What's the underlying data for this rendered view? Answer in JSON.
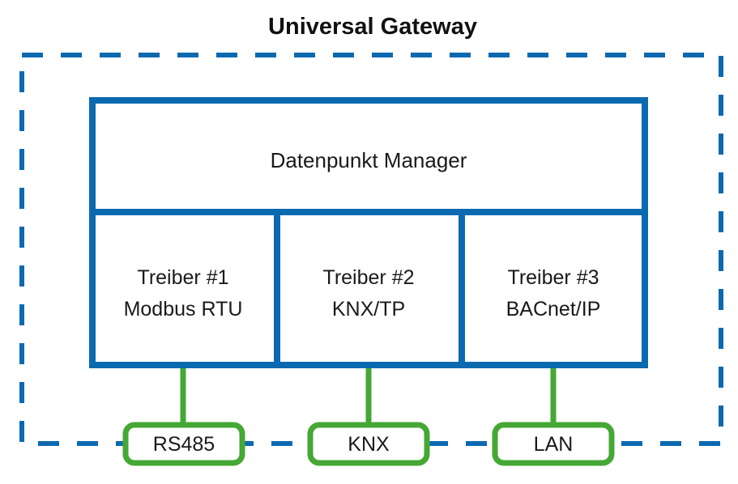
{
  "diagram": {
    "title": "Universal Gateway",
    "colors": {
      "enclosure_stroke": "#0b69b0",
      "box_stroke": "#0b69b0",
      "port_stroke": "#45a835",
      "connector_line": "#45a835",
      "text": "#1a1a1a",
      "background": "#ffffff"
    },
    "enclosure": {
      "name": "universal-gateway-boundary",
      "style": "dashed"
    },
    "manager": {
      "label": "Datenpunkt Manager"
    },
    "drivers": [
      {
        "title": "Treiber #1",
        "protocol": "Modbus RTU",
        "port": "RS485"
      },
      {
        "title": "Treiber #2",
        "protocol": "KNX/TP",
        "port": "KNX"
      },
      {
        "title": "Treiber #3",
        "protocol": "BACnet/IP",
        "port": "LAN"
      }
    ],
    "ports": [
      {
        "label": "RS485"
      },
      {
        "label": "KNX"
      },
      {
        "label": "LAN"
      }
    ]
  }
}
